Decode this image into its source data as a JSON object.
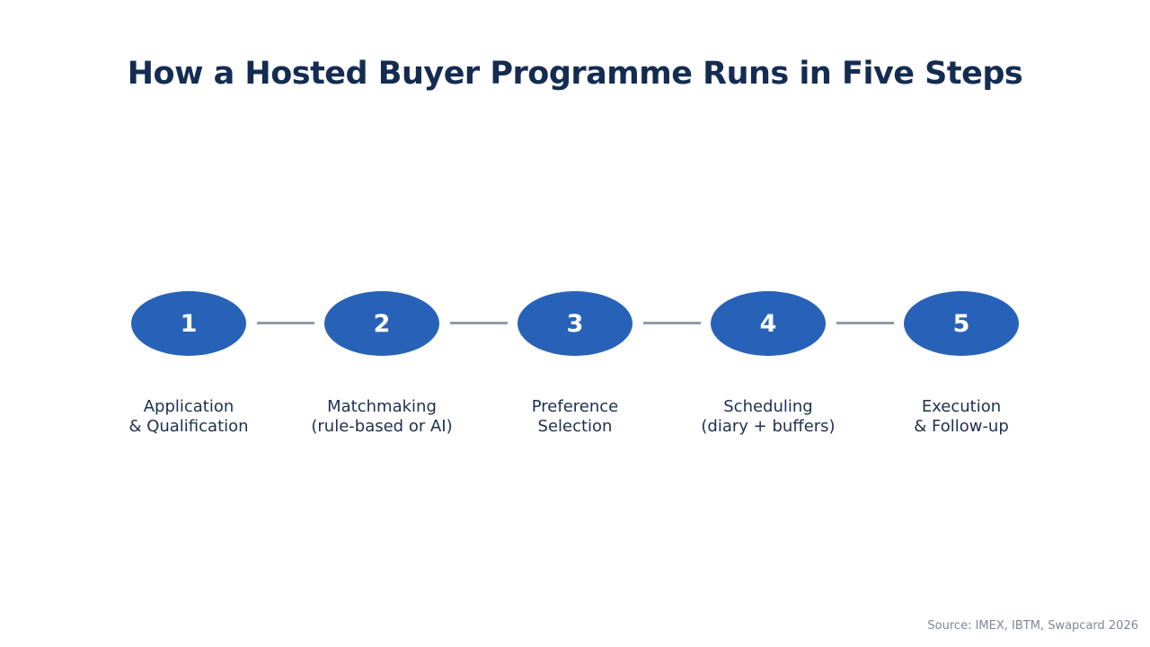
{
  "title": "How a Hosted Buyer Programme Runs in Five Steps",
  "steps": [
    {
      "number": "1",
      "label_line1": "Application",
      "label_line2": "& Qualification"
    },
    {
      "number": "2",
      "label_line1": "Matchmaking",
      "label_line2": "(rule-based or AI)"
    },
    {
      "number": "3",
      "label_line1": "Preference",
      "label_line2": "Selection"
    },
    {
      "number": "4",
      "label_line1": "Scheduling",
      "label_line2": "(diary + buffers)"
    },
    {
      "number": "5",
      "label_line1": "Execution",
      "label_line2": "& Follow-up"
    }
  ],
  "source": "Source: IMEX, IBTM, Swapcard 2026",
  "colors": {
    "node_fill": "#2762b8",
    "title": "#142c52",
    "connector": "#8f9aab",
    "label": "#1d2f4f",
    "source": "#7d8796"
  }
}
